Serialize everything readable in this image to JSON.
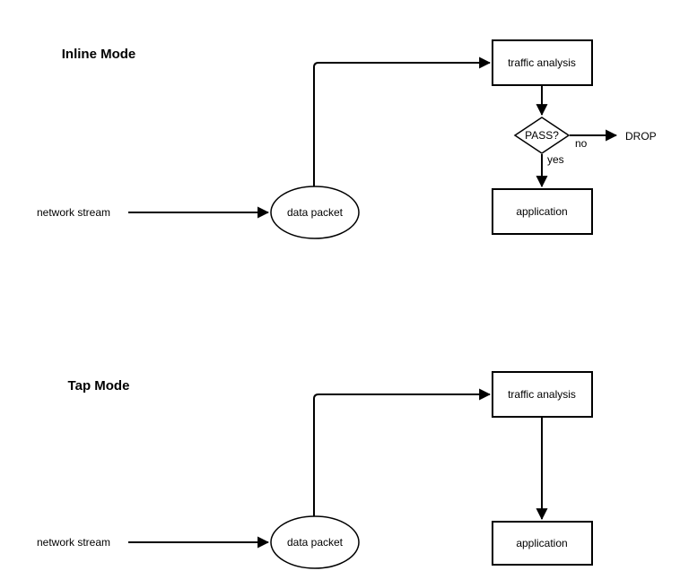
{
  "colors": {
    "stroke": "#000000",
    "text": "#000000",
    "background": "#ffffff"
  },
  "inline_mode": {
    "title": "Inline Mode",
    "network_stream_label": "network stream",
    "data_packet_label": "data packet",
    "traffic_analysis_label": "traffic analysis",
    "decision_label": "PASS?",
    "edge_no_label": "no",
    "edge_yes_label": "yes",
    "drop_label": "DROP",
    "application_label": "application"
  },
  "tap_mode": {
    "title": "Tap Mode",
    "network_stream_label": "network stream",
    "data_packet_label": "data packet",
    "traffic_analysis_label": "traffic analysis",
    "application_label": "application"
  }
}
